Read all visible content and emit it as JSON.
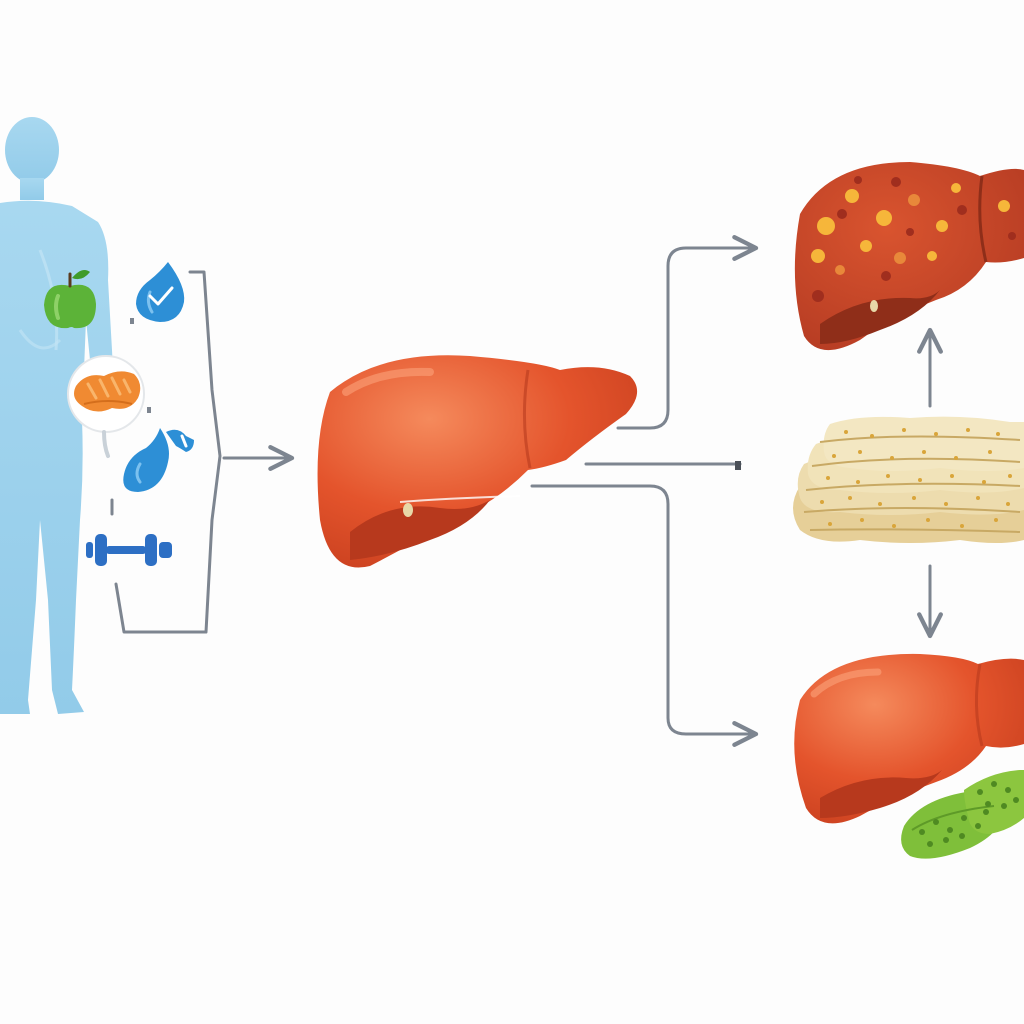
{
  "diagram": {
    "nodes": [
      {
        "id": "human",
        "icon": "human-body-icon"
      },
      {
        "id": "apple",
        "icon": "apple-icon"
      },
      {
        "id": "water-drop",
        "icon": "water-drop-check-icon"
      },
      {
        "id": "fat",
        "icon": "fat-tissue-icon"
      },
      {
        "id": "blue-organ",
        "icon": "blue-organ-icon"
      },
      {
        "id": "dumbbell",
        "icon": "dumbbell-icon"
      },
      {
        "id": "healthy-liver",
        "icon": "liver-icon"
      },
      {
        "id": "fatty-liver",
        "icon": "fatty-liver-icon"
      },
      {
        "id": "fat-layers",
        "icon": "fat-layers-icon"
      },
      {
        "id": "liver-bottom",
        "icon": "liver-icon"
      },
      {
        "id": "green-cells",
        "icon": "green-cells-icon"
      }
    ],
    "edges": [
      {
        "from": "lifestyle-factors",
        "to": "healthy-liver"
      },
      {
        "from": "healthy-liver",
        "to": "fatty-liver"
      },
      {
        "from": "healthy-liver",
        "to": "fat-layers"
      },
      {
        "from": "healthy-liver",
        "to": "liver-bottom"
      },
      {
        "from": "fat-layers",
        "to": "fatty-liver"
      },
      {
        "from": "fat-layers",
        "to": "liver-bottom"
      }
    ],
    "colors": {
      "body": "#9fd3ee",
      "liver": "#e4542c",
      "liver_light": "#f07a4e",
      "liver_dark": "#c9401f",
      "fatty_spots": "#f6b63a",
      "fat_layers": "#ead7a6",
      "green_cells": "#8cc63f",
      "arrows": "#7d8590",
      "blue_icons": "#2d8fd6",
      "apple": "#5cb338",
      "fat_tissue": "#f08a32"
    }
  }
}
